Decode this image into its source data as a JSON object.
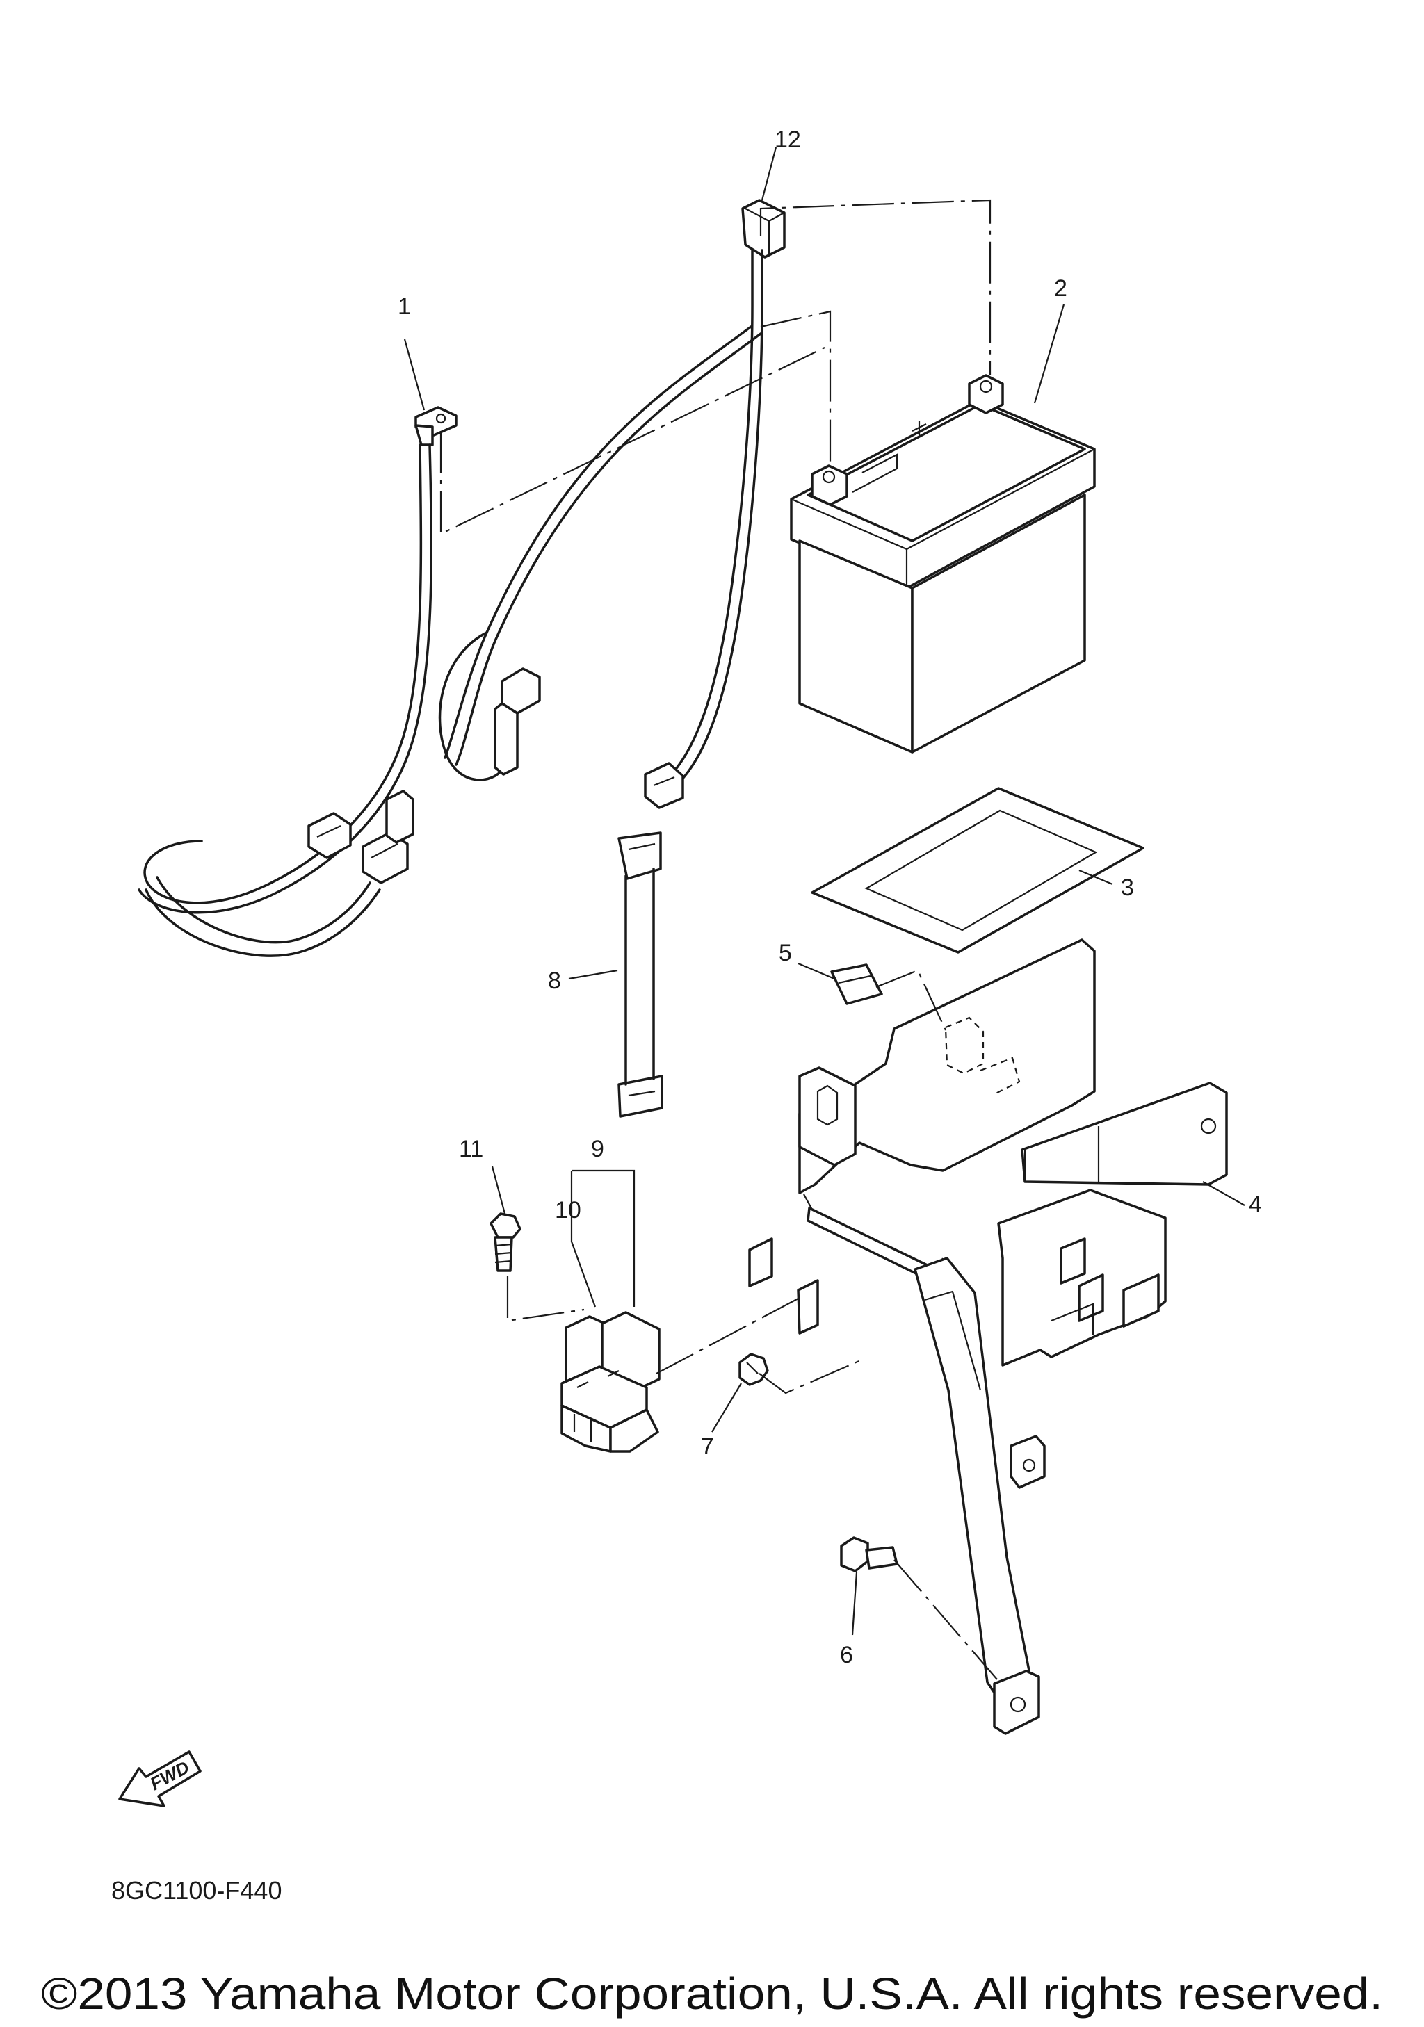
{
  "callouts": [
    "1",
    "2",
    "3",
    "4",
    "5",
    "6",
    "7",
    "8",
    "9",
    "10",
    "11",
    "12"
  ],
  "direction_label": "FWD",
  "diagram_code": "8GC1100-F440",
  "copyright": "©2013 Yamaha Motor Corporation, U.S.A. All rights reserved."
}
